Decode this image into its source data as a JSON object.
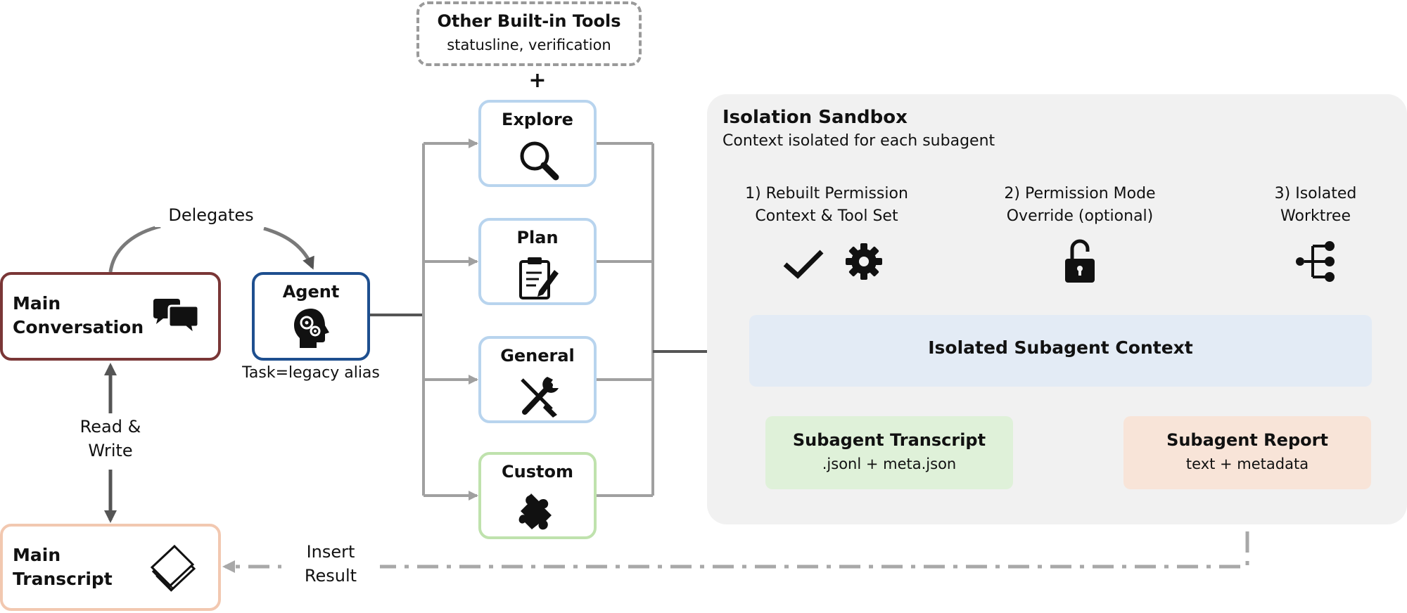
{
  "main_conversation": {
    "line1": "Main",
    "line2": "Conversation",
    "icon": "chat-bubbles-icon"
  },
  "main_transcript": {
    "line1": "Main",
    "line2": "Transcript",
    "icon": "stacked-pages-icon"
  },
  "delegates_label": "Delegates",
  "read_write_label": {
    "line1": "Read &",
    "line2": "Write"
  },
  "agent": {
    "title": "Agent",
    "icon": "head-gears-icon",
    "caption": "Task=legacy alias"
  },
  "other_tools": {
    "title": "Other Built-in Tools",
    "subtitle": "statusline, verification"
  },
  "plus_sign": "+",
  "tools": [
    {
      "title": "Explore",
      "icon": "magnifier-icon"
    },
    {
      "title": "Plan",
      "icon": "clipboard-icon"
    },
    {
      "title": "General",
      "icon": "tools-icon"
    },
    {
      "title": "Custom",
      "icon": "puzzle-icon"
    }
  ],
  "sandbox": {
    "title": "Isolation Sandbox",
    "subtitle": "Context isolated for each subagent",
    "features": [
      {
        "line1": "1) Rebuilt Permission",
        "line2": "Context & Tool Set",
        "icons": [
          "checkmark-icon",
          "gear-icon"
        ]
      },
      {
        "line1": "2) Permission Mode",
        "line2": "Override (optional)",
        "icons": [
          "unlocked-padlock-icon"
        ]
      },
      {
        "line1": "3) Isolated",
        "line2": "Worktree",
        "icons": [
          "branch-tree-icon"
        ]
      }
    ],
    "context_label": "Isolated Subagent Context",
    "transcript": {
      "title": "Subagent Transcript",
      "subtitle": ".jsonl + meta.json"
    },
    "report": {
      "title": "Subagent Report",
      "subtitle": "text + metadata"
    }
  },
  "insert_result_label": {
    "line1": "Insert",
    "line2": "Result"
  },
  "colors": {
    "main_conversation_border": "#7a3636",
    "main_transcript_border": "#f2c8b0",
    "agent_border": "#1e4f8f",
    "tool_border": "#b8d4ee",
    "custom_border": "#bfe2ad",
    "sandbox_bg": "#f1f1f1",
    "context_bg": "#e3ebf5",
    "transcript_bg": "#dff1d9",
    "report_bg": "#f8e4d8"
  }
}
